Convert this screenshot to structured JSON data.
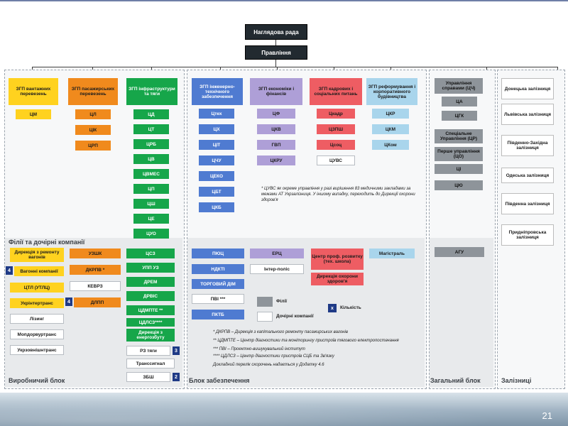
{
  "slide": {
    "page_number": "21"
  },
  "top": {
    "supervisory_board": "Наглядова рада",
    "board": "Правління"
  },
  "areas": {
    "production": "Виробничий блок",
    "support": "Блок забезпечення",
    "general": "Загальний блок",
    "railways": "Залізниці",
    "branches_heading": "Філії та дочірні компанії"
  },
  "production_heads": [
    "ЗГП вантажних перевезень",
    "ЗГП пасажирських перевезень",
    "ЗГП інфраструктури та тяги"
  ],
  "production_units": {
    "freight": [
      "ЦМ"
    ],
    "passenger": [
      "ЦЛ",
      "ЦІК",
      "ЦРП"
    ],
    "infra": [
      "ЦД",
      "ЦТ",
      "ЦРБ",
      "ЦВ",
      "ЦВМЕС",
      "ЦП",
      "ЦШ",
      "ЦЕ",
      "ЦУО"
    ]
  },
  "support_heads": [
    "ЗГП інженерно-технічного забезпечення",
    "ЗГП економіки і фінансів",
    "ЗГП кадрових і соціальних питань",
    "ЗГП реформування і корпоративного будівництва"
  ],
  "support_units": {
    "engineering": [
      "Цтех",
      "ЦХ",
      "ЦІТ",
      "ЦЧУ",
      "ЦЕКО",
      "ЦБТ",
      "ЦКБ"
    ],
    "economy": [
      "ЦФ",
      "ЦКВ",
      "ГВП",
      "ЦКРУ"
    ],
    "hr": [
      "Цкадр",
      "ЦЗПШ",
      "Цсоц",
      "ЦУВС"
    ],
    "reform": [
      "ЦКР",
      "ЦКМ",
      "ЦКом"
    ]
  },
  "support_note": "* ЦУВС як окреме управління у разі вирішення 83 медичними закладами за межами АТ Укрзалізниця. У іншому випадку, переходить до Дирекції охорони здоров'я",
  "general_units": [
    "Управління справами (ЦЧ)",
    "ЦА",
    "ЦГК",
    "Спеціальне Управління (ЦР)",
    "Перше управління (ЦО)",
    "ЦІ",
    "ЦЮ"
  ],
  "railways": [
    "Донецька залізниця",
    "Львівська залізниця",
    "Південно-Західна залізниця",
    "Одеська залізниця",
    "Південна залізниця",
    "Придніпровська залізниця"
  ],
  "branches": {
    "yellow": [
      "Дирекція з ремонту вагонів",
      "Вагонні компанії",
      "ЦТЛ (УТЛЦ)"
    ],
    "count_wagon": "4",
    "ukrintertrans": "Укрінтертранс",
    "white_left": [
      "Лізинг",
      "Мопдорвуртранс",
      "Укрзовнішнтранс"
    ],
    "orange": [
      "УЗШК",
      "ДКРПВ *",
      "КЕВРЗ",
      "ДЛПП"
    ],
    "count_dlpp": "4",
    "green": [
      "ЦСЗ",
      "УПП УЗ",
      "ДРЕМ",
      "ДРВІС",
      "ЦДМПТЕ **",
      "ЦДЛСЗ****",
      "Дирекція з енергозбуту"
    ],
    "white_green": [
      "РЗ тяги",
      "Транссигнал",
      "ЗБШ"
    ],
    "count_rz": "3",
    "count_zbsh": "2",
    "blue": [
      "ПЮЦ",
      "НДКТІ",
      "ТОРГОВИЙ ДІМ",
      "ПВІ ***",
      "ПКТБ"
    ],
    "purple": "ЕРЦ",
    "inter_polis": "Інтер-поліс",
    "red": [
      "Центр проф. розвитку (тех. школа)",
      "Дирекція охорони здоров'я"
    ],
    "magistral": "Магістраль",
    "agu": "АГУ"
  },
  "legend": {
    "branches": "Філії",
    "subsidiaries": "Дочірні компанії",
    "count_symbol": "x",
    "count": "Кількість"
  },
  "footnotes": [
    "* ДКРПВ – Дирекція з капітального ремонту пасажирських вагонів",
    "** ЦДМПТЕ – Центр діагностики та моніторингу пристроїв тягового електропостачання",
    "*** ПВІ – Проектно-вишукувальний інститут",
    "**** ЦДЛСЗ – Центр діагностики пристроїв СЦБ та Зв'язку",
    "Докладний перелік скорочень надається у Додатку 4.6"
  ],
  "colors": {
    "yellow": "#ffd21f",
    "orange": "#f08a1d",
    "green": "#16a64a",
    "blue": "#4f7bd1",
    "purple": "#ae9fd7",
    "red": "#ee5d63",
    "lightblue": "#a9d5ec",
    "grey": "#8e949a",
    "dark": "#222a30"
  }
}
